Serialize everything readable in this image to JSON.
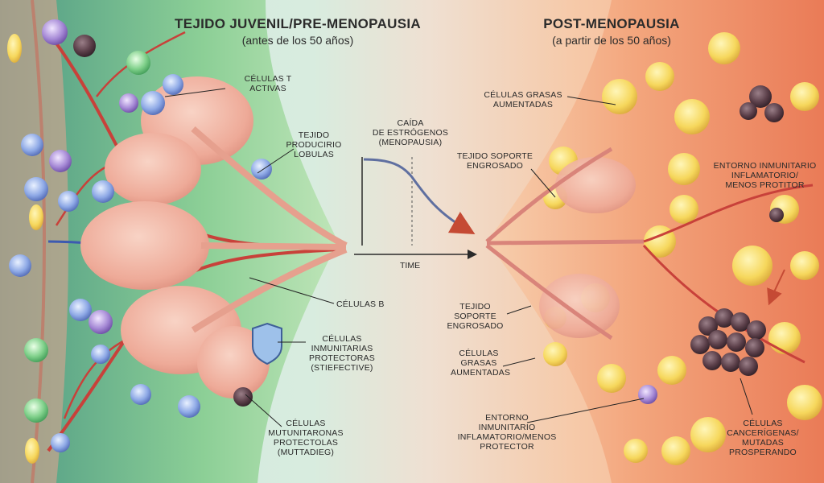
{
  "left_panel": {
    "title": "TEJIDO JUVENIL/PRE-MENOPAUSIA",
    "subtitle": "(antes de los 50 años)",
    "labels": {
      "t_cells": "CÉLULAS T\nACTIVAS",
      "lobules": "TEJIDO\nPRODUCIRIO\nLOBULAS",
      "b_cells": "CÉLULAS B",
      "protective": "CÉLULAS\nINMUNITARIAS\nPROTECTORAS\n(STIEFECTIVE)",
      "mutated": "CÉLULAS\nMUTUNITARONAS\nPROTECTOLAS\n(MUTTADIEG)"
    }
  },
  "right_panel": {
    "title": "POST-MENOPAUSIA",
    "subtitle": "(a partir de los 50 años)",
    "labels": {
      "fat_top": "CÉLULAS GRASAS\nAUMENTADAS",
      "support_top": "TEJIDO SOPORTE\nENGROSADO",
      "immune_top": "ENTORNO INMUNITARIO\nINFLAMATORIO/\nMENOS PROTITOR",
      "support_bottom": "TEJIDO\nSOPORTE\nENGROSADO",
      "fat_bottom": "CÉLULAS\nGRASAS\nAUMENTADAS",
      "immune_bottom": "ENTORNO\nINMUNITARIO\nINFLAMATORIO/MENOS\nPROTECTOR",
      "cancer": "CÉLULAS\nCANCERÍGENAS/\nMUTADAS\nPROSPERANDO"
    }
  },
  "graph": {
    "title": "CAÍDA\nDE ESTRÓGENOS\n(MENOPAUSIA)",
    "x_label": "TIME"
  },
  "colors": {
    "left_bg": "#a9d9b0",
    "right_bg": "#f29a6e",
    "lobule": "#f0b7a6",
    "vessel": "#c8413a",
    "fat": "#f7dd6a",
    "cancer": "#5a3e48",
    "curve": "#5f6fa0",
    "arrow": "#c54a34"
  }
}
